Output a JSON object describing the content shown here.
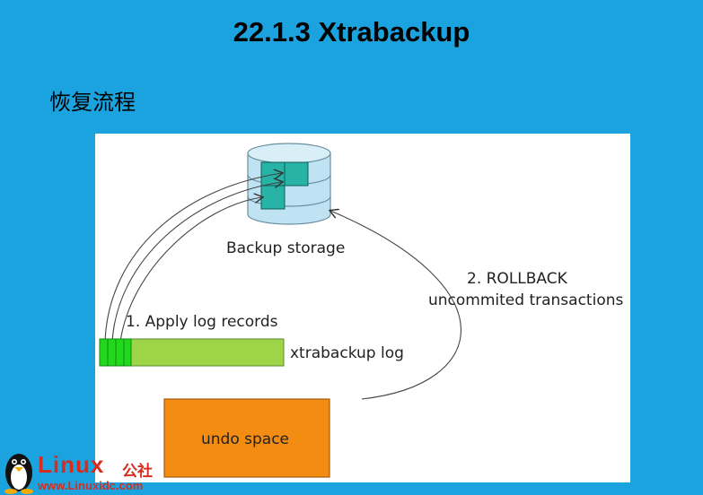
{
  "slide": {
    "title": "22.1.3 Xtrabackup",
    "subtitle": "恢复流程"
  },
  "diagram": {
    "backup_storage_label": "Backup storage",
    "apply_label": "1. Apply log records",
    "log_label": "xtrabackup log",
    "rollback_line1": "2. ROLLBACK",
    "rollback_line2": "uncommited transactions",
    "undo_label": "undo space",
    "colors": {
      "cylinder": "#bfe3f2",
      "page_block": "#27b3a6",
      "log_bar": "#9ed448",
      "log_segments": "#21d81d",
      "undo_box": "#f28c12",
      "panel": "#ffffff",
      "background": "#1aa3df"
    }
  },
  "watermark": {
    "brand": "Linux",
    "brand_cn": "公社",
    "url": "www.Linuxidc.com"
  }
}
